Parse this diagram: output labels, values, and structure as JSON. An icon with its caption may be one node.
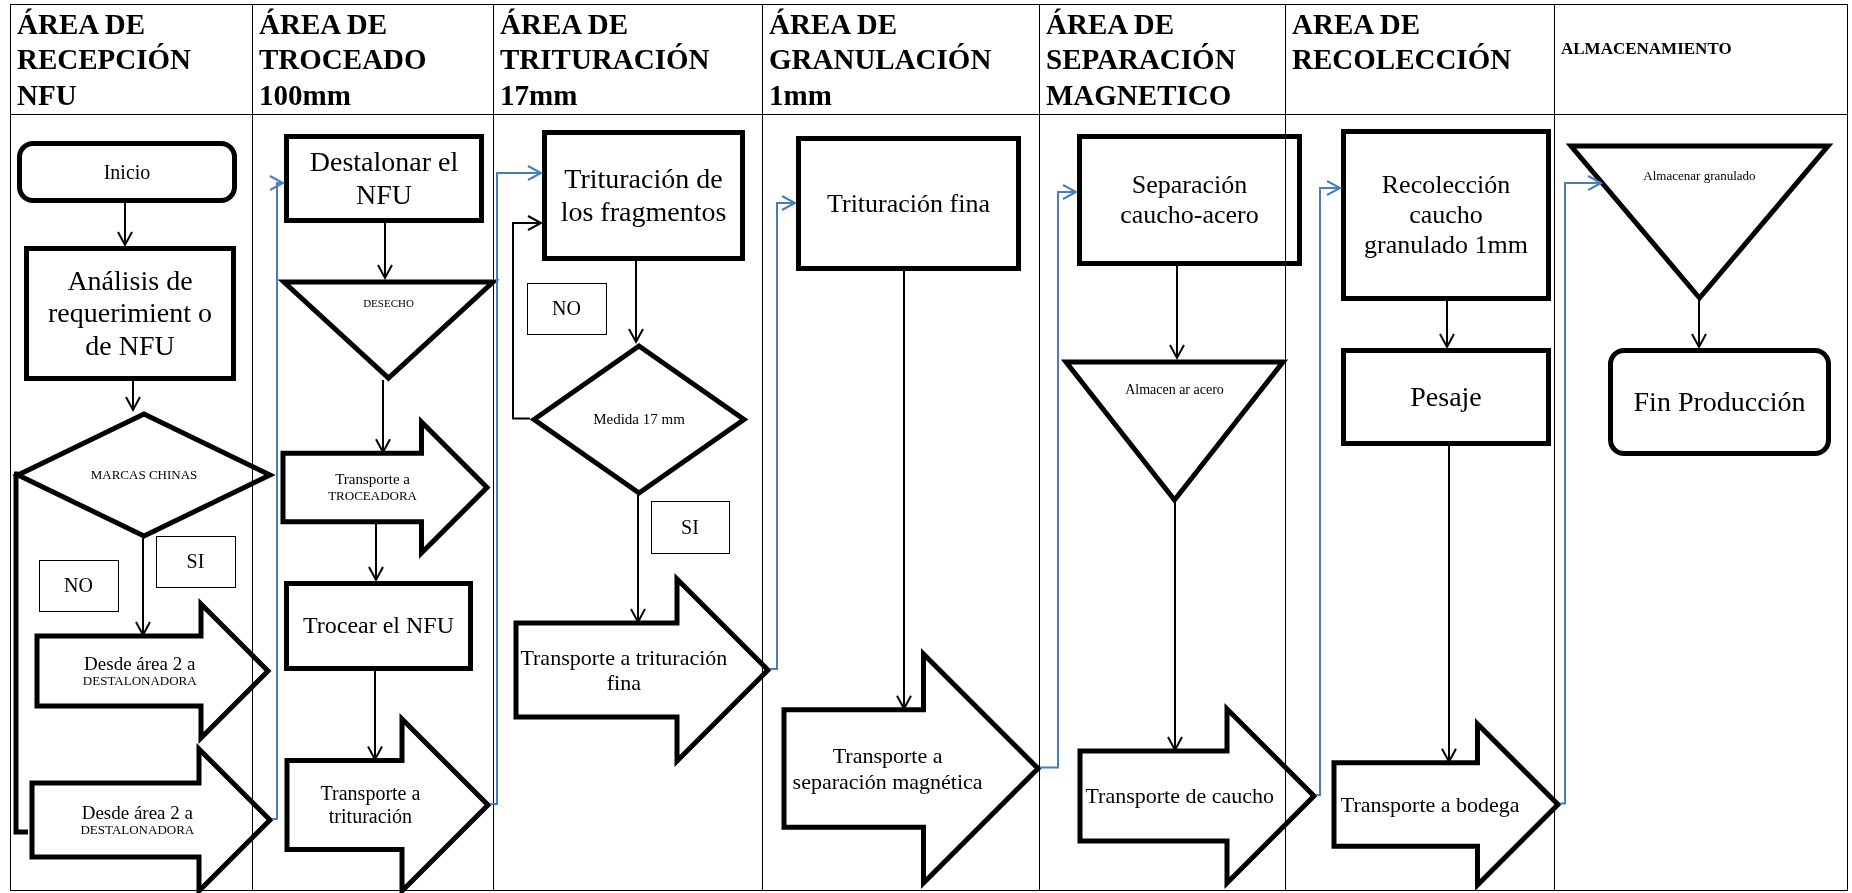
{
  "diagram": {
    "nodes": [
      {
        "text": [
          "ÁREA DE RECEPCIÓN NFU"
        ]
      },
      {
        "text": [
          "ÁREA DE TROCEADO 100mm"
        ]
      },
      {
        "text": [
          "ÁREA DE TRITURACIÓN 17mm"
        ]
      },
      {
        "text": [
          "ÁREA DE GRANULACIÓN 1mm"
        ]
      },
      {
        "text": [
          "ÁREA DE SEPARACIÓN MAGNETICO"
        ]
      },
      {
        "text": [
          "AREA DE RECOLECCIÓN"
        ]
      },
      {
        "text": [
          "ALMACENAMIENTO"
        ]
      },
      {
        "text": [
          "Inicio"
        ],
        "in": 0
      },
      {
        "text": [
          "Análisis de requerimient o de NFU"
        ],
        "in": 0
      },
      {
        "text": [
          "MARCAS CHINAS"
        ],
        "in": 0
      },
      {
        "text": [
          "NO"
        ],
        "in": 0
      },
      {
        "text": [
          "SI"
        ],
        "in": 0
      },
      {
        "text": [
          "Desde área 2 a",
          "DESTALONADORA"
        ],
        "in": 0
      },
      {
        "text": [
          "Desde área 2 a",
          "DESTALONADORA"
        ],
        "in": 0
      },
      {
        "text": [
          "Destalonar el NFU"
        ],
        "in": 1
      },
      {
        "text": [
          "DESECHO"
        ],
        "in": 1
      },
      {
        "text": [
          "Transporte a",
          "TROCEADORA"
        ],
        "in": 1
      },
      {
        "text": [
          "Trocear el NFU"
        ],
        "in": 1
      },
      {
        "text": [
          "Transporte a trituración"
        ],
        "in": 1
      },
      {
        "text": [
          "Trituración de los fragmentos"
        ],
        "in": 2
      },
      {
        "text": [
          "NO"
        ],
        "in": 2
      },
      {
        "text": [
          "Medida 17 mm"
        ],
        "in": 2
      },
      {
        "text": [
          "SI"
        ],
        "in": 2
      },
      {
        "text": [
          "Transporte a trituración fina"
        ],
        "in": 2
      },
      {
        "text": [
          "Trituración fina"
        ],
        "in": 3
      },
      {
        "text": [
          "Transporte a separación magnética"
        ],
        "in": 3
      },
      {
        "text": [
          "Separación caucho-acero"
        ],
        "in": 4
      },
      {
        "text": [
          "Almacen ar acero"
        ],
        "in": 4
      },
      {
        "text": [
          "Transporte de caucho"
        ],
        "in": 4
      },
      {
        "text": [
          "Recolección caucho granulado 1mm"
        ],
        "in": 5
      },
      {
        "text": [
          "Pesaje"
        ],
        "in": 5
      },
      {
        "text": [
          "Transporte a bodega"
        ],
        "in": 5
      },
      {
        "text": [
          "Almacenar granulado"
        ],
        "in": 6
      },
      {
        "text": [
          "Fin Producción"
        ],
        "in": 6
      }
    ],
    "edges": [
      {
        "from": 7,
        "to": 8,
        "arrow": "to"
      },
      {
        "from": 8,
        "to": 9,
        "arrow": "to"
      },
      {
        "from": 9,
        "to": 12,
        "arrow": "to"
      },
      {
        "from": 9,
        "to": 13,
        "arrow": "none",
        "style": "thick"
      },
      {
        "from": 13,
        "to": 14,
        "arrow": "to",
        "color": "#4a7ebb"
      },
      {
        "from": 14,
        "to": 15,
        "arrow": "to"
      },
      {
        "from": 15,
        "to": 16,
        "arrow": "to"
      },
      {
        "from": 16,
        "to": 17,
        "arrow": "to"
      },
      {
        "from": 17,
        "to": 18,
        "arrow": "to"
      },
      {
        "from": 18,
        "to": 19,
        "arrow": "to",
        "color": "#4a7ebb"
      },
      {
        "from": 19,
        "to": 21,
        "arrow": "to"
      },
      {
        "from": 21,
        "to": 19,
        "arrow": "to"
      },
      {
        "from": 21,
        "to": 23,
        "arrow": "to"
      },
      {
        "from": 23,
        "to": 24,
        "arrow": "to",
        "color": "#4a7ebb"
      },
      {
        "from": 24,
        "to": 25,
        "arrow": "to"
      },
      {
        "from": 25,
        "to": 26,
        "arrow": "to",
        "color": "#4a7ebb"
      },
      {
        "from": 26,
        "to": 27,
        "arrow": "to"
      },
      {
        "from": 27,
        "to": 28,
        "arrow": "to"
      },
      {
        "from": 28,
        "to": 29,
        "arrow": "to",
        "color": "#4a7ebb"
      },
      {
        "from": 29,
        "to": 30,
        "arrow": "to"
      },
      {
        "from": 30,
        "to": 31,
        "arrow": "to"
      },
      {
        "from": 31,
        "to": 32,
        "arrow": "to",
        "color": "#4a7ebb"
      },
      {
        "from": 32,
        "to": 33,
        "arrow": "to"
      }
    ]
  }
}
